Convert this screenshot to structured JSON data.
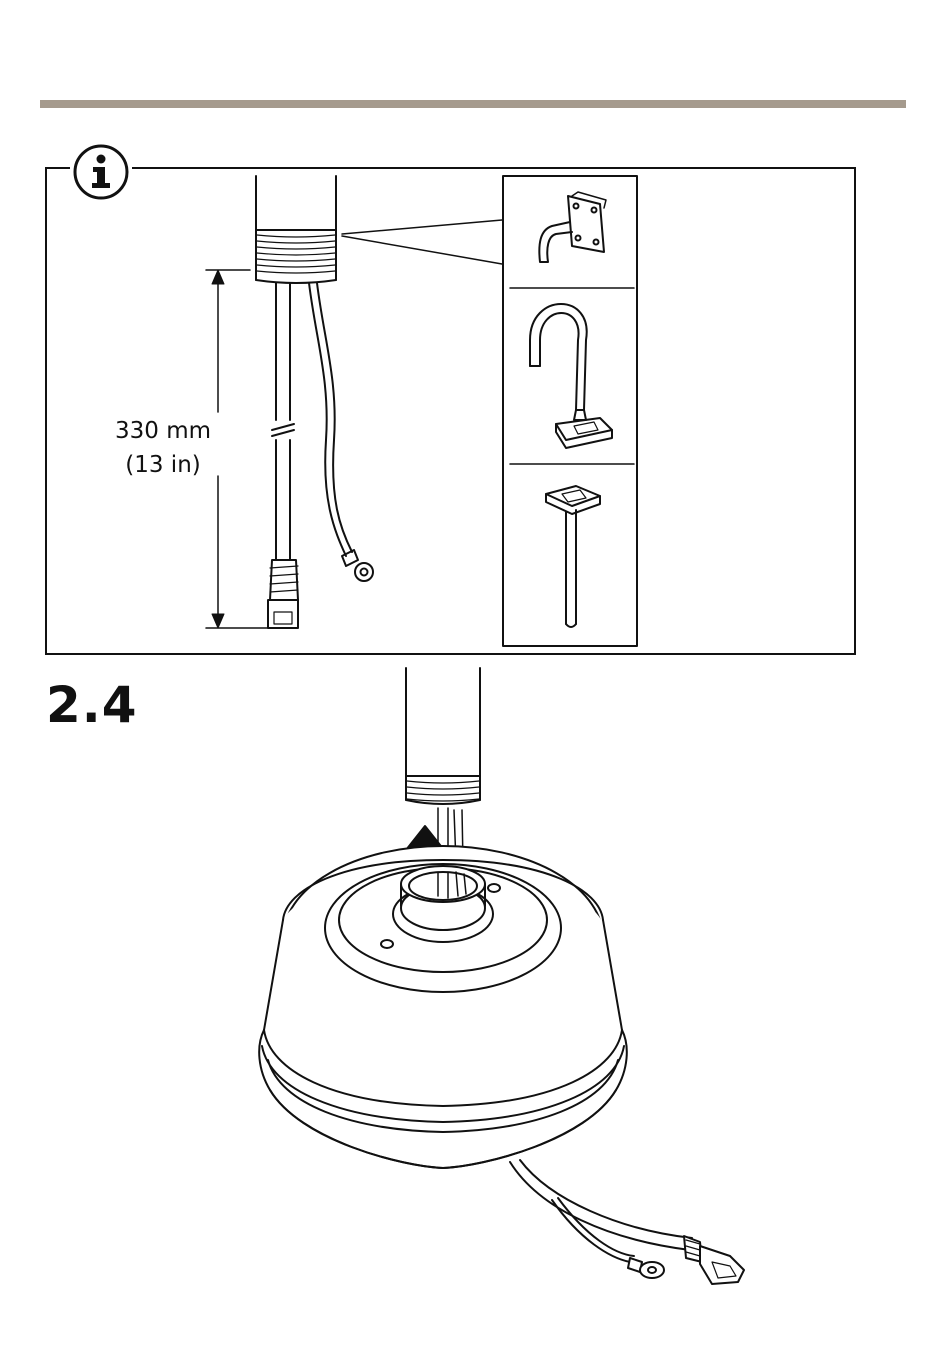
{
  "page": {
    "step_number": "2.4"
  },
  "info_panel": {
    "icon": "info-icon",
    "cable_length_metric": "330 mm",
    "cable_length_imperial": "(13 in)",
    "options": [
      {
        "name": "wall-mount-bracket"
      },
      {
        "name": "gooseneck-pole-mount"
      },
      {
        "name": "straight-pendant-pole"
      }
    ]
  },
  "colors": {
    "rule": "#a59a8d",
    "line": "#111111",
    "fill": "#ffffff"
  }
}
